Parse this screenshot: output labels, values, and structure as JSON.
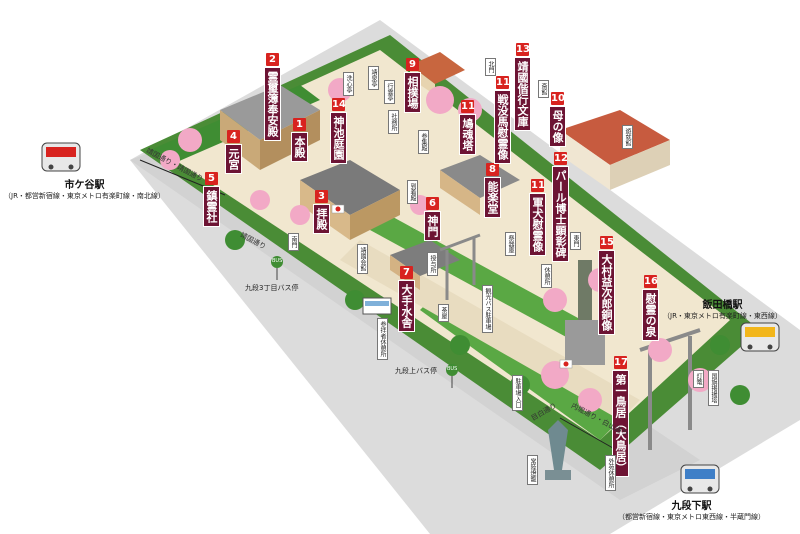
{
  "landmarks": [
    {
      "num": "1",
      "name": "本殿"
    },
    {
      "num": "2",
      "name": "霊璽簿奉安殿"
    },
    {
      "num": "3",
      "name": "拝殿"
    },
    {
      "num": "4",
      "name": "元宮"
    },
    {
      "num": "5",
      "name": "鎮霊社"
    },
    {
      "num": "6",
      "name": "神門"
    },
    {
      "num": "7",
      "name": "大手水舎"
    },
    {
      "num": "8",
      "name": "能楽堂"
    },
    {
      "num": "9",
      "name": "相撲場"
    },
    {
      "num": "10",
      "name": "母の像"
    },
    {
      "num": "11",
      "name": "鳩魂塔"
    },
    {
      "num": "11",
      "name": "戦没馬慰霊像"
    },
    {
      "num": "11",
      "name": "軍犬慰霊像"
    },
    {
      "num": "12",
      "name": "パール博士顕彰碑"
    },
    {
      "num": "13",
      "name": "靖國偕行文庫"
    },
    {
      "num": "14",
      "name": "神池庭園"
    },
    {
      "num": "15",
      "name": "大村益次郎銅像"
    },
    {
      "num": "16",
      "name": "慰霊の泉"
    },
    {
      "num": "17",
      "name": "第一鳥居（大鳥居）"
    }
  ],
  "facilities": [
    "洗心亭",
    "靖泉亭",
    "行雲亭",
    "社務所",
    "参集殿",
    "到着殿",
    "南門",
    "北門",
    "遊就館",
    "靖國会館",
    "相撲場",
    "授与所",
    "休憩所",
    "参拝者休憩所",
    "斎館",
    "祭器庫",
    "東門",
    "茶屋",
    "売店",
    "大鳥居",
    "駐車場入口",
    "観光バス駐車場",
    "常陸燈籠",
    "外苑休憩所",
    "灯篭",
    "国旗掲揚塔",
    "神門",
    "遥拝所"
  ],
  "roads": [
    "靖国通り・靖国通り",
    "靖国通り",
    "内堀通り・白山通り",
    "目白通り",
    "靖国通り"
  ],
  "stations": [
    {
      "name": "市ケ谷駅",
      "lines": "（JR・都営新宿線・東京メトロ有楽町線・南北線）"
    },
    {
      "name": "飯田橋駅",
      "lines": "（JR・東京メトロ有楽町線・東西線）"
    },
    {
      "name": "九段下駅",
      "lines": "（都営新宿線・東京メトロ東西線・半蔵門線）"
    }
  ],
  "bus_stops": [
    "九段3丁目バス停",
    "九段上バス停"
  ],
  "bus_sign": "BUS",
  "misc": [
    "元宮",
    "鎮霊社",
    "招魂斎庭跡"
  ],
  "colors": {
    "label_bg": "#6d1434",
    "num_bg": "#d8231f",
    "road": "#d9d9d9",
    "tree": "#4a9b3a",
    "sakura": "#f2a9c6",
    "ground": "#efe3c7"
  }
}
